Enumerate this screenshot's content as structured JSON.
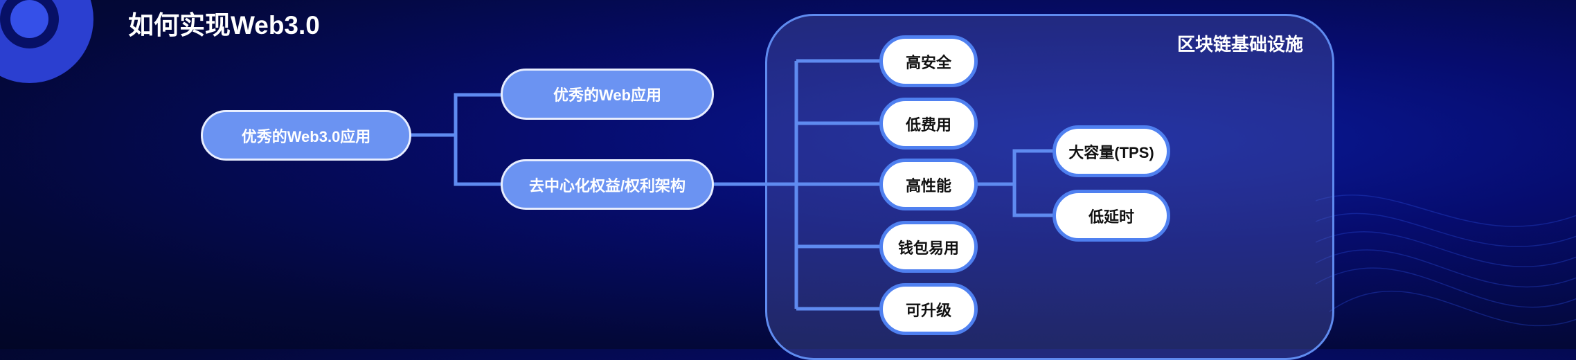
{
  "title": "如何实现Web3.0",
  "panel_title": "区块链基础设施",
  "nodes": {
    "root": "优秀的Web3.0应用",
    "web_app": "优秀的Web应用",
    "decentral": "去中心化权益/权利架构",
    "security": "高安全",
    "low_fee": "低费用",
    "performance": "高性能",
    "wallet": "钱包易用",
    "upgrade": "可升级",
    "capacity": "大容量(TPS)",
    "latency": "低延时"
  },
  "colors": {
    "accent": "#5f8bf0",
    "node_blue": "#6b93f2",
    "background": "#050b5a"
  }
}
